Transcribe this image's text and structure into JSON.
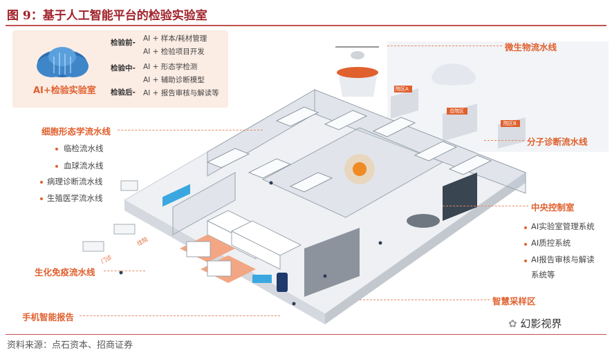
{
  "figure": {
    "title": "图 9：基于人工智能平台的检验实验室",
    "source": "资料来源：点石资本、招商证券",
    "watermark": "幻影视界"
  },
  "ai_panel": {
    "cloud_label": "AI+检验实验室",
    "steps": [
      {
        "label": "检验前-",
        "items": [
          "AI + 样本/耗材管理",
          "AI + 检验项目开发"
        ]
      },
      {
        "label": "检验中-",
        "items": [
          "AI + 形态学检测",
          "AI + 辅助诊断模型"
        ]
      },
      {
        "label": "检验后-",
        "items": [
          "AI + 报告审核与解读等"
        ]
      }
    ]
  },
  "left_labels": {
    "cell_line": "细胞形态学流水线",
    "cell_subs": [
      "临检流水线",
      "血球流水线",
      "病理诊断流水线",
      "生殖医学流水线"
    ],
    "biochem": "生化免疫流水线",
    "mobile": "手机智能报告"
  },
  "right_labels": {
    "micro": "微生物流水线",
    "molecular": "分子诊断流水线",
    "control": "中央控制室",
    "control_subs": [
      "AI实验室管理系统",
      "AI质控系统",
      "AI报告审核与解读",
      "系统等"
    ],
    "sampling": "智慧采样区"
  },
  "scene_labels": {
    "zone_a": "院区A",
    "zone_b": "总院区",
    "zone_c": "院区B",
    "door": "门诊",
    "entrance": "住院"
  },
  "colors": {
    "accent": "#e0602e",
    "title": "#a0222a",
    "rule": "#c0504d"
  }
}
